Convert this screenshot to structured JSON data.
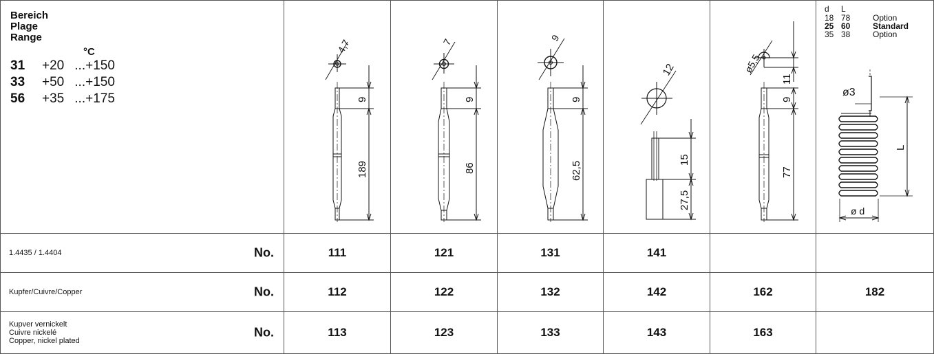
{
  "range": {
    "header": [
      "Bereich",
      "Plage",
      "Range"
    ],
    "unit": "°C",
    "rows": [
      {
        "code": "31",
        "from": "+20",
        "to": "...+150"
      },
      {
        "code": "33",
        "from": "+50",
        "to": "...+150"
      },
      {
        "code": "56",
        "from": "+35",
        "to": "...+175"
      }
    ]
  },
  "drawings": {
    "s111": {
      "diameter": "4,7",
      "top": "9",
      "length": "189"
    },
    "s121": {
      "diameter": "7",
      "top": "9",
      "length": "86"
    },
    "s131": {
      "diameter": "9",
      "top": "9",
      "length": "62,5"
    },
    "s141": {
      "diameter": "12",
      "top": "15",
      "length": "27,5"
    },
    "s162": {
      "diameter": "ø5,5",
      "cap": "11",
      "top": "9",
      "length": "77"
    },
    "s182": {
      "head": [
        "d",
        "L"
      ],
      "options": [
        {
          "d": "18",
          "L": "78",
          "label": "Option",
          "bold": false
        },
        {
          "d": "25",
          "L": "60",
          "label": "Standard",
          "bold": true
        },
        {
          "d": "35",
          "L": "38",
          "label": "Option",
          "bold": false
        }
      ],
      "wire": "ø3",
      "length": "L",
      "coil": "ø d"
    }
  },
  "rows": [
    {
      "material": [
        "1.4435 / 1.4404"
      ],
      "no_label": "No.",
      "values": [
        "111",
        "121",
        "131",
        "141",
        "",
        ""
      ]
    },
    {
      "material": [
        "Kupfer/Cuivre/Copper"
      ],
      "no_label": "No.",
      "values": [
        "112",
        "122",
        "132",
        "142",
        "162",
        "182"
      ]
    },
    {
      "material": [
        "Kupver vernickelt",
        "Cuivre nickelé",
        "Copper, nickel plated"
      ],
      "no_label": "No.",
      "values": [
        "113",
        "123",
        "133",
        "143",
        "163",
        ""
      ]
    }
  ]
}
